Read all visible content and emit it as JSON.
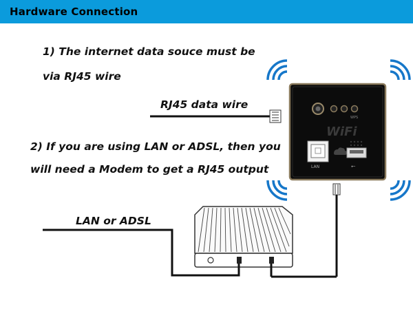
{
  "header": {
    "title": "Hardware Connection"
  },
  "colors": {
    "header": "#0b9bdc",
    "signal": "#1677c9",
    "panel": "#111111",
    "panel_border": "#8a7a5c",
    "wire": "#111111"
  },
  "notes": {
    "note1_line1": "1) The internet data souce must be",
    "note1_line2": "via RJ45 wire",
    "note2_line1": "2) If you are using LAN or ADSL, then you",
    "note2_line2": "will need a Modem to get a RJ45 output"
  },
  "labels": {
    "rj45_wire": "RJ45 data wire",
    "lan_adsl": "LAN or ADSL"
  },
  "device": {
    "brand": "WiFi",
    "port_lan": "LAN",
    "indicator_wps": "WPS",
    "usb_symbol": "⭠"
  },
  "icons": [
    "wifi-signal-icon",
    "rj45-connector-icon",
    "usb-icon",
    "modem-icon"
  ]
}
